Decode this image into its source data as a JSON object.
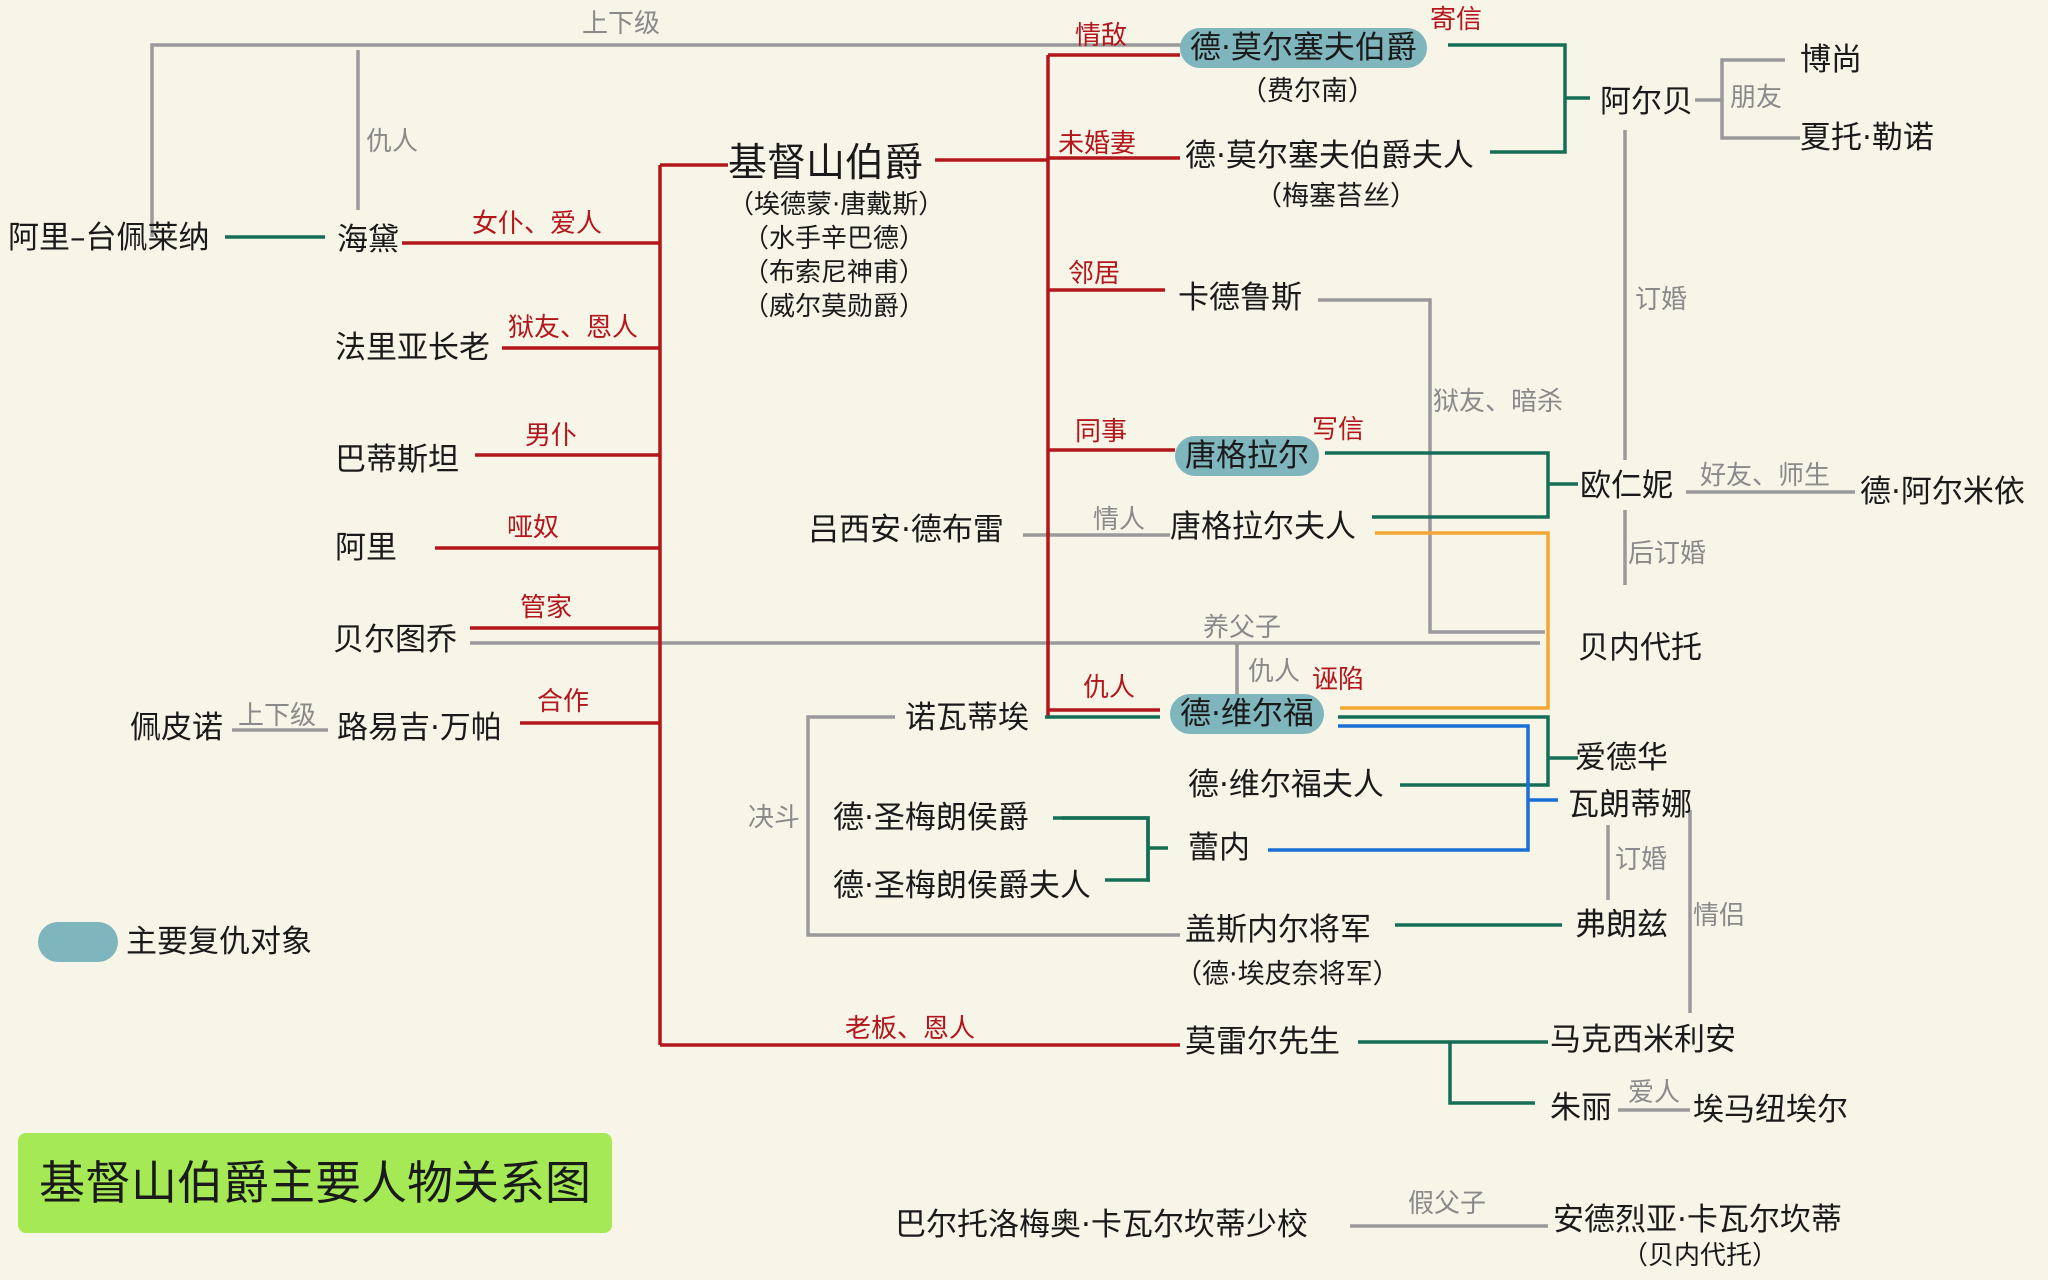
{
  "title": "基督山伯爵主要人物关系图",
  "legend": {
    "label": "主要复仇对象",
    "color": "#7fb5bc"
  },
  "colors": {
    "red": "#b3161b",
    "green": "#156e55",
    "gray": "#9a9a9a",
    "orange": "#f2a735",
    "blue": "#1a6fd6",
    "title_bg": "#a5ea55"
  },
  "people": {
    "count": "基督山伯爵",
    "count_aliases": [
      "（埃德蒙·唐戴斯）",
      "（水手辛巴德）",
      "（布索尼神甫）",
      "（威尔莫勋爵）"
    ],
    "ali_tepelena": "阿里–台佩莱纳",
    "haidee": "海黛",
    "faria": "法里亚长老",
    "baptistin": "巴蒂斯坦",
    "ali": "阿里",
    "bertuccio": "贝尔图乔",
    "peppino": "佩皮诺",
    "luigi": "路易吉·万帕",
    "morcerf": "德·莫尔塞夫伯爵",
    "morcerf_alias": "（费尔南）",
    "mme_morcerf": "德·莫尔塞夫伯爵夫人",
    "mme_morcerf_alias": "（梅塞苔丝）",
    "albert": "阿尔贝",
    "beauchamp": "博尚",
    "chateau_renaud": "夏托·勒诺",
    "caderousse": "卡德鲁斯",
    "danglars": "唐格拉尔",
    "mme_danglars": "唐格拉尔夫人",
    "lucien": "吕西安·德布雷",
    "eugenie": "欧仁妮",
    "armilly": "德·阿尔米依",
    "benedetto": "贝内代托",
    "villefort": "德·维尔福",
    "mme_villefort": "德·维尔福夫人",
    "noirtier": "诺瓦蒂埃",
    "st_meran": "德·圣梅朗侯爵",
    "mme_st_meran": "德·圣梅朗侯爵夫人",
    "renee": "蕾内",
    "edouard": "爱德华",
    "valentine": "瓦朗蒂娜",
    "franz": "弗朗兹",
    "quesnel": "盖斯内尔将军",
    "quesnel_alias": "（德·埃皮奈将军）",
    "morrel": "莫雷尔先生",
    "maximilian": "马克西米利安",
    "julie": "朱丽",
    "emmanuel": "埃马纽埃尔",
    "cavalcanti_major": "巴尔托洛梅奥·卡瓦尔坎蒂少校",
    "cavalcanti_son": "安德烈亚·卡瓦尔坎蒂",
    "cavalcanti_son_alias": "（贝内代托）"
  },
  "relations": {
    "superior": "上下级",
    "enemy": "仇人",
    "maid_lover": "女仆、爱人",
    "cellmate_benefactor": "狱友、恩人",
    "manservant": "男仆",
    "mute_slave": "哑奴",
    "steward": "管家",
    "peppino_luigi": "上下级",
    "cooperate": "合作",
    "rival": "情敌",
    "letter_1": "寄信",
    "fiancee": "未婚妻",
    "friends": "朋友",
    "engaged_1": "订婚",
    "neighbor": "邻居",
    "cellmate_murder": "狱友、暗杀",
    "colleague": "同事",
    "letter_2": "写信",
    "lover": "情人",
    "friend_teacher": "好友、师生",
    "later_engaged": "后订婚",
    "foster_father": "养父子",
    "enemy_2": "仇人",
    "frame": "诬陷",
    "enemy_3": "仇人",
    "duel": "决斗",
    "engaged_2": "订婚",
    "couple": "情侣",
    "boss_benefactor": "老板、恩人",
    "love": "爱人",
    "fake_father": "假父子"
  }
}
